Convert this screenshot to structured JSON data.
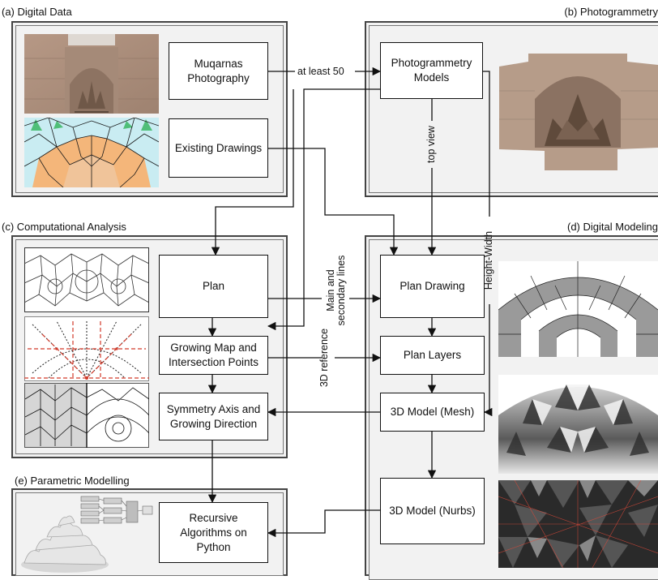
{
  "panels": {
    "a": "(a) Digital Data",
    "b": "(b) Photogrammetry",
    "c": "(c) Computational Analysis",
    "d": "(d) Digital Modeling",
    "e": "(e) Parametric Modelling"
  },
  "boxes": {
    "muqarnas_photo": "Muqarnas\nPhotography",
    "existing_drawings": "Existing Drawings",
    "photogrammetry_models": "Photogrammetry\nModels",
    "plan": "Plan",
    "growing_map": "Growing Map and\nIntersection Points",
    "symmetry_axis": "Symmetry Axis and\nGrowing Direction",
    "plan_drawing": "Plan Drawing",
    "plan_layers": "Plan Layers",
    "model_mesh": "3D Model (Mesh)",
    "model_nurbs": "3D Model (Nurbs)",
    "recursive_algorithms": "Recursive\nAlgorithms on\nPython"
  },
  "edge_labels": {
    "at_least_50": "at least 50",
    "top_view": "top view",
    "height_width": "Height-Width",
    "main_secondary_lines": "Main and\nsecondary lines",
    "reference_3d": "3D reference"
  },
  "colors": {
    "stone": "#b08f7c",
    "plan_orange": "#f4b67a",
    "plan_cyan": "#c9ecf2",
    "plan_green": "#4fbf78",
    "dashed_red": "#d23a2a"
  }
}
